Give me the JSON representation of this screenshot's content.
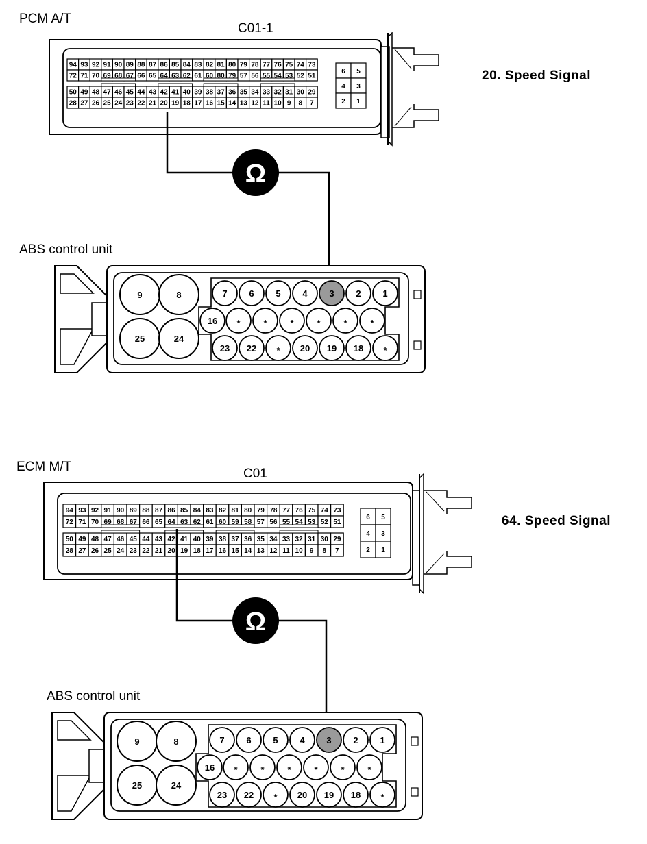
{
  "sections": [
    {
      "device_label": "PCM A/T",
      "connector_label": "C01-1",
      "signal_label": "20. Speed Signal",
      "abs_label": "ABS control unit",
      "meter_symbol": "Ω",
      "ecu_rows": [
        [
          "94",
          "93",
          "92",
          "91",
          "90",
          "89",
          "88",
          "87",
          "86",
          "85",
          "84",
          "83",
          "82",
          "81",
          "80",
          "79",
          "78",
          "77",
          "76",
          "75",
          "74",
          "73"
        ],
        [
          "72",
          "71",
          "70",
          "69",
          "68",
          "67",
          "66",
          "65",
          "64",
          "63",
          "62",
          "61",
          "60",
          "80",
          "79",
          "57",
          "56",
          "55",
          "54",
          "53",
          "52",
          "51"
        ],
        [
          "50",
          "49",
          "48",
          "47",
          "46",
          "45",
          "44",
          "43",
          "42",
          "41",
          "40",
          "39",
          "38",
          "37",
          "36",
          "35",
          "34",
          "33",
          "32",
          "31",
          "30",
          "29"
        ],
        [
          "28",
          "27",
          "26",
          "25",
          "24",
          "23",
          "22",
          "21",
          "20",
          "19",
          "18",
          "17",
          "16",
          "15",
          "14",
          "13",
          "12",
          "11",
          "10",
          "9",
          "8",
          "7"
        ]
      ],
      "small_pins": [
        [
          "6",
          "5"
        ],
        [
          "4",
          "3"
        ],
        [
          "2",
          "1"
        ]
      ]
    },
    {
      "device_label": "ECM M/T",
      "connector_label": "C01",
      "signal_label": "64. Speed Signal",
      "abs_label": "ABS control unit",
      "meter_symbol": "Ω",
      "ecu_rows": [
        [
          "94",
          "93",
          "92",
          "91",
          "90",
          "89",
          "88",
          "87",
          "86",
          "85",
          "84",
          "83",
          "82",
          "81",
          "80",
          "79",
          "78",
          "77",
          "76",
          "75",
          "74",
          "73"
        ],
        [
          "72",
          "71",
          "70",
          "69",
          "68",
          "67",
          "66",
          "65",
          "64",
          "63",
          "62",
          "61",
          "60",
          "59",
          "58",
          "57",
          "56",
          "55",
          "54",
          "53",
          "52",
          "51"
        ],
        [
          "50",
          "49",
          "48",
          "47",
          "46",
          "45",
          "44",
          "43",
          "42",
          "41",
          "40",
          "39",
          "38",
          "37",
          "36",
          "35",
          "34",
          "33",
          "32",
          "31",
          "30",
          "29"
        ],
        [
          "28",
          "27",
          "26",
          "25",
          "24",
          "23",
          "22",
          "21",
          "20",
          "19",
          "18",
          "17",
          "16",
          "15",
          "14",
          "13",
          "12",
          "11",
          "10",
          "9",
          "8",
          "7"
        ]
      ],
      "small_pins": [
        [
          "6",
          "5"
        ],
        [
          "4",
          "3"
        ],
        [
          "2",
          "1"
        ]
      ]
    }
  ],
  "abs_connector": {
    "large_pins": [
      "9",
      "8",
      "25",
      "24"
    ],
    "row1": [
      "7",
      "6",
      "5",
      "4",
      "3",
      "2",
      "1"
    ],
    "row2": [
      "16",
      "*",
      "*",
      "*",
      "*",
      "*",
      "*"
    ],
    "row3": [
      "23",
      "22",
      "*",
      "20",
      "19",
      "18",
      "*"
    ]
  }
}
